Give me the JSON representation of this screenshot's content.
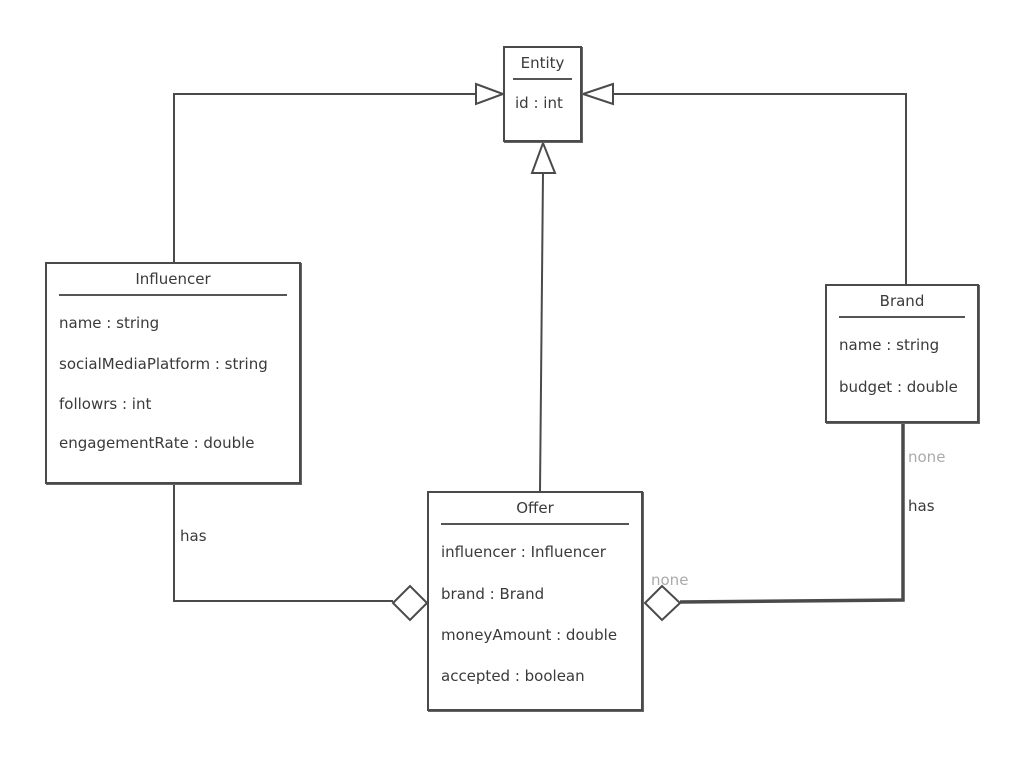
{
  "classes": {
    "entity": {
      "name": "Entity",
      "attributes": [
        "id : int"
      ]
    },
    "influencer": {
      "name": "Influencer",
      "attributes": [
        "name : string",
        "socialMediaPlatform : string",
        "followrs : int",
        "engagementRate : double"
      ]
    },
    "brand": {
      "name": "Brand",
      "attributes": [
        "name : string",
        "budget : double"
      ]
    },
    "offer": {
      "name": "Offer",
      "attributes": [
        "influencer : Influencer",
        "brand : Brand",
        "moneyAmount : double",
        "accepted : boolean"
      ]
    }
  },
  "labels": {
    "influencer_offer": "has",
    "brand_offer": "has",
    "brand_multiplicity": "none",
    "offer_multiplicity": "none"
  }
}
